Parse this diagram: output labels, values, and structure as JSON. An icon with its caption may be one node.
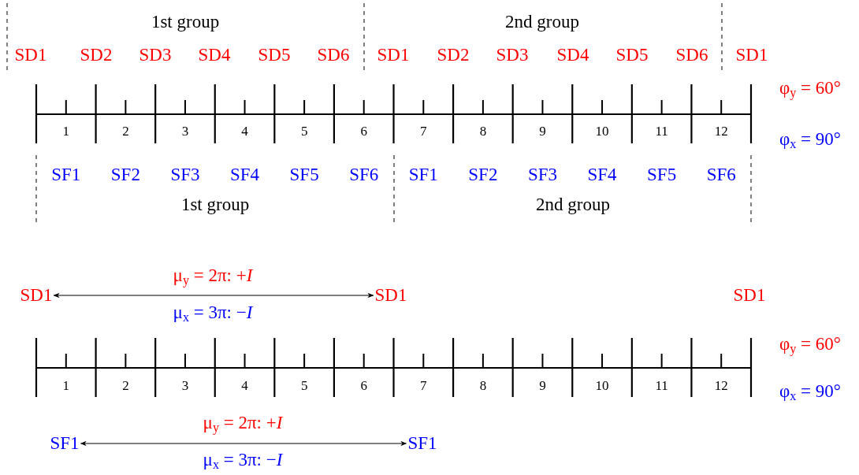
{
  "diagram": {
    "nodes": [
      {
        "text": [
          "SD1"
        ]
      },
      {
        "text": [
          "SD1"
        ]
      },
      {
        "text": [
          "SF1"
        ]
      },
      {
        "text": [
          "SF1"
        ]
      }
    ],
    "edges": [
      {
        "from": 0,
        "to": 1,
        "arrow": "both",
        "label": "μ$_{y}$ = 2π: +*I*"
      },
      {
        "from": 2,
        "to": 3,
        "arrow": "both",
        "label": "μ$_{y}$ = 2π: +*I*"
      }
    ],
    "labels": [
      "1st group",
      "2nd group",
      "SD1",
      "SD2",
      "SD3",
      "SD4",
      "SD5",
      "SD6",
      "SD1",
      "SD2",
      "SD3",
      "SD4",
      "SD5",
      "SD6",
      "SD1",
      "φ$_{y}$ = 60°",
      "1",
      "2",
      "3",
      "4",
      "5",
      "6",
      "7",
      "8",
      "9",
      "10",
      "11",
      "12",
      "φ$_{x}$ = 90°",
      "SF1",
      "SF2",
      "SF3",
      "SF4",
      "SF5",
      "SF6",
      "SF1",
      "SF2",
      "SF3",
      "SF4",
      "SF5",
      "SF6",
      "1st group",
      "2nd group",
      "SD1",
      "μ$_{x}$ = 3π: −*I*",
      "φ$_{y}$ = 60°",
      "1",
      "2",
      "3",
      "4",
      "5",
      "6",
      "7",
      "8",
      "9",
      "10",
      "11",
      "12",
      "φ$_{x}$ = 90°",
      "μ$_{x}$ = 3π: −*I*"
    ]
  }
}
